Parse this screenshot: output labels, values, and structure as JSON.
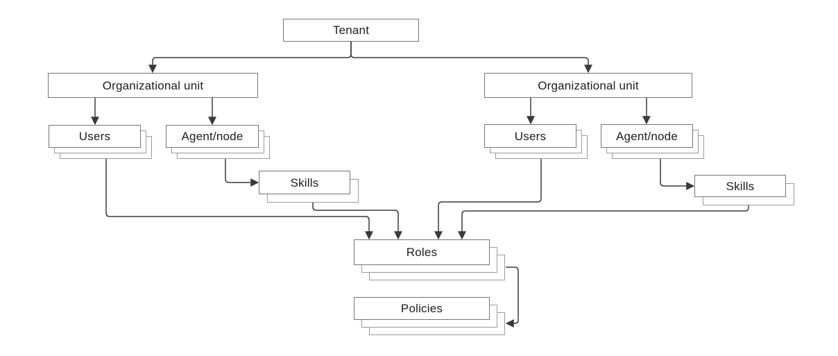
{
  "diagram": {
    "title": "Tenant hierarchy diagram",
    "nodes": {
      "tenant": {
        "label": "Tenant",
        "stacked": false
      },
      "ou_left": {
        "label": "Organizational unit",
        "stacked": false
      },
      "ou_right": {
        "label": "Organizational unit",
        "stacked": false
      },
      "users_left": {
        "label": "Users",
        "stacked": true,
        "stack_count": 3
      },
      "agent_left": {
        "label": "Agent/node",
        "stacked": true,
        "stack_count": 3
      },
      "users_right": {
        "label": "Users",
        "stacked": true,
        "stack_count": 3
      },
      "agent_right": {
        "label": "Agent/node",
        "stacked": true,
        "stack_count": 3
      },
      "skills_left": {
        "label": "Skills",
        "stacked": true,
        "stack_count": 2
      },
      "skills_right": {
        "label": "Skills",
        "stacked": true,
        "stack_count": 2
      },
      "roles": {
        "label": "Roles",
        "stacked": true,
        "stack_count": 3
      },
      "policies": {
        "label": "Policies",
        "stacked": true,
        "stack_count": 3
      }
    },
    "edges": [
      {
        "from": "tenant",
        "to": "ou_left"
      },
      {
        "from": "tenant",
        "to": "ou_right"
      },
      {
        "from": "ou_left",
        "to": "users_left"
      },
      {
        "from": "ou_left",
        "to": "agent_left"
      },
      {
        "from": "ou_right",
        "to": "users_right"
      },
      {
        "from": "ou_right",
        "to": "agent_right"
      },
      {
        "from": "agent_left",
        "to": "skills_left"
      },
      {
        "from": "agent_right",
        "to": "skills_right"
      },
      {
        "from": "users_left",
        "to": "roles"
      },
      {
        "from": "skills_left",
        "to": "roles"
      },
      {
        "from": "users_right",
        "to": "roles"
      },
      {
        "from": "skills_right",
        "to": "roles"
      },
      {
        "from": "roles",
        "to": "policies"
      }
    ],
    "colors": {
      "background": "#ffffff",
      "box_fill": "#ffffff",
      "box_border": "#757575",
      "stack_border": "#9a9a9a",
      "connector": "#3a3a3a",
      "text": "#1c1c1c"
    }
  }
}
